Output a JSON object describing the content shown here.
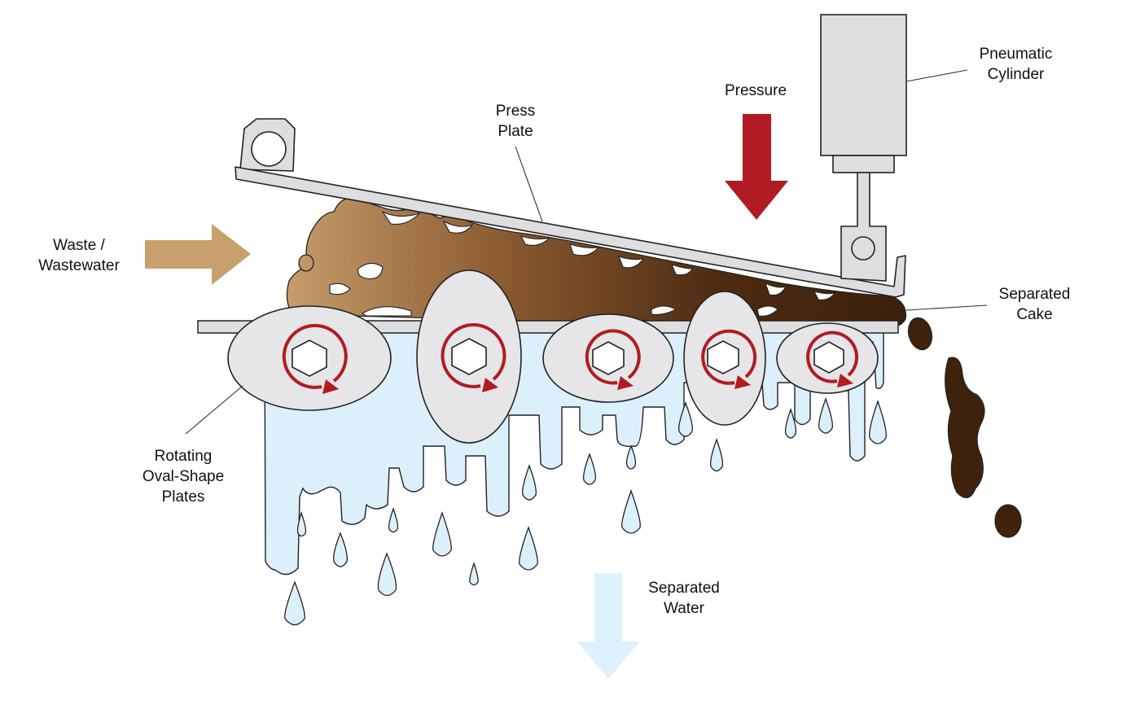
{
  "labels": {
    "waste": [
      "Waste /",
      "Wastewater"
    ],
    "press_plate": [
      "Press",
      "Plate"
    ],
    "pressure": [
      "Pressure"
    ],
    "pneumatic_cylinder": [
      "Pneumatic",
      "Cylinder"
    ],
    "separated_cake": [
      "Separated",
      "Cake"
    ],
    "rotating_plates": [
      "Rotating",
      "Oval-Shape",
      "Plates"
    ],
    "separated_water": [
      "Separated",
      "Water"
    ]
  },
  "colors": {
    "waste_arrow": "#c8a06e",
    "pressure_arrow": "#b01c22",
    "water_arrow": "#dff1fd",
    "water": "#dcf0fb",
    "sludge_light": "#c59a6a",
    "sludge_dark": "#3e220c",
    "metal": "#dedddf",
    "rotation": "#b01c22"
  },
  "icons": [
    "waste-inflow-arrow",
    "pressure-arrow",
    "water-outflow-arrow",
    "rotation-arrow-icon",
    "hex-shaft-icon"
  ]
}
